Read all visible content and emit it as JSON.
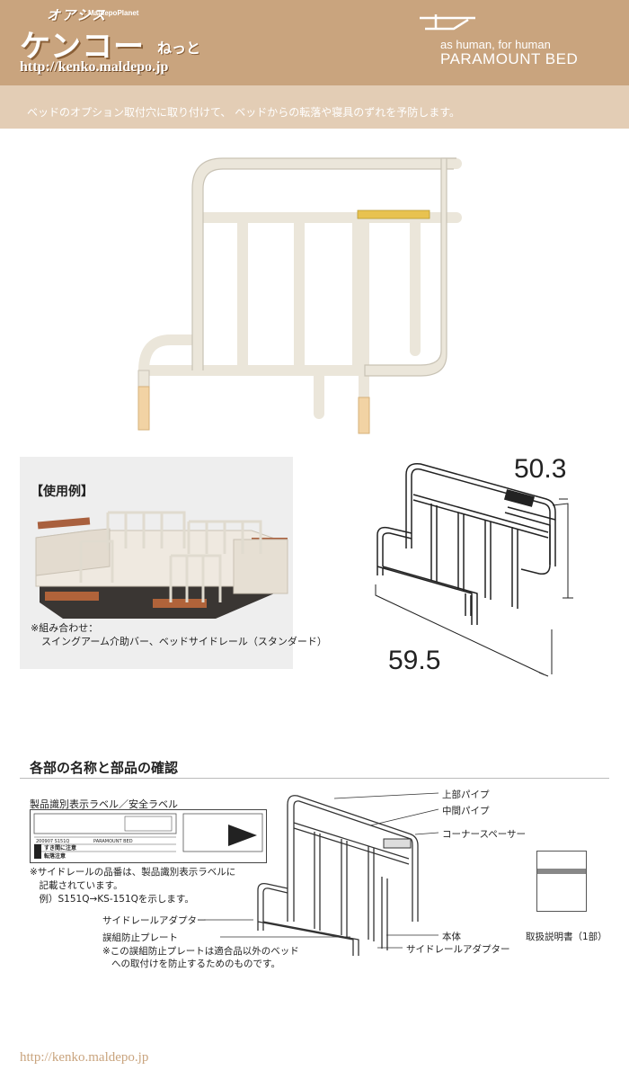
{
  "header": {
    "logo_top": "オアシス",
    "logo_sub": "MaldepoPlanet",
    "logo_main": "ケンコー",
    "logo_net": "ねっと",
    "url": "http://kenko.maldepo.jp",
    "brand_tagline": "as human, for human",
    "brand_name": "PARAMOUNT BED"
  },
  "banner": {
    "text": "ベッドのオプション取付穴に取り付けて、 ベッドからの転落や寝具のずれを予防します。"
  },
  "example": {
    "title": "【使用例】",
    "note_line1": "※組み合わせ：",
    "note_line2": "スイングアーム介助バー、ベッドサイドレール（スタンダード）"
  },
  "dimensions": {
    "height": "50.3",
    "width": "59.5"
  },
  "parts_section": {
    "title": "各部の名称と部品の確認",
    "label_heading": "製品識別表示ラベル／安全ラベル",
    "label_texts": {
      "code": "200907 S151Q",
      "maker": "PARAMOUNT BED",
      "warn1": "すき間に注意",
      "warn2": "転落注意"
    },
    "notes": [
      "※サイドレールの品番は、製品識別表示ラベルに",
      "　記載されています。",
      "　例）S151Q→KS-151Qを示します。"
    ],
    "callouts": {
      "upper_pipe": "上部パイプ",
      "middle_pipe": "中間パイプ",
      "corner_spacer": "コーナースペーサー",
      "adapter_left": "サイドレールアダプター",
      "body": "本体",
      "adapter_bottom": "サイドレールアダプター",
      "misassembly_plate": "誤組防止プレート",
      "plate_note1": "※この誤組防止プレートは適合品以外のベッド",
      "plate_note2": "への取付けを防止するためのものです。",
      "manual": "取扱説明書（1部）"
    }
  },
  "footer": {
    "url": "http://kenko.maldepo.jp"
  },
  "colors": {
    "header_brown": "#c9a47e",
    "banner_beige": "#e3cdb5",
    "rail_ivory": "#ede9df",
    "foot_tan": "#f2d3a4"
  }
}
